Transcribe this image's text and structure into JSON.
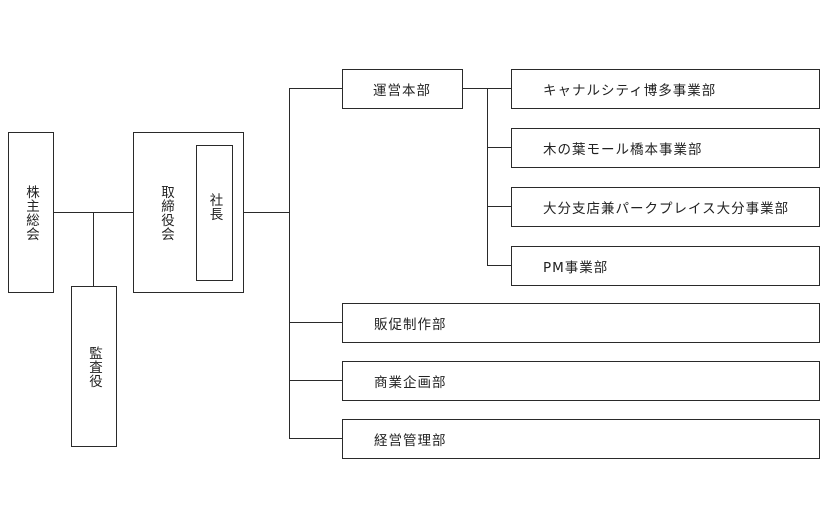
{
  "shareholders": "株主総会",
  "auditor": "監査役",
  "board": "取締役会",
  "president": "社長",
  "operations_hq": {
    "label": "運営本部",
    "divisions": [
      "キャナルシティ博多事業部",
      "木の葉モール橋本事業部",
      "大分支店兼パークプレイス大分事業部",
      "PM事業部"
    ]
  },
  "departments": [
    "販促制作部",
    "商業企画部",
    "経営管理部"
  ]
}
